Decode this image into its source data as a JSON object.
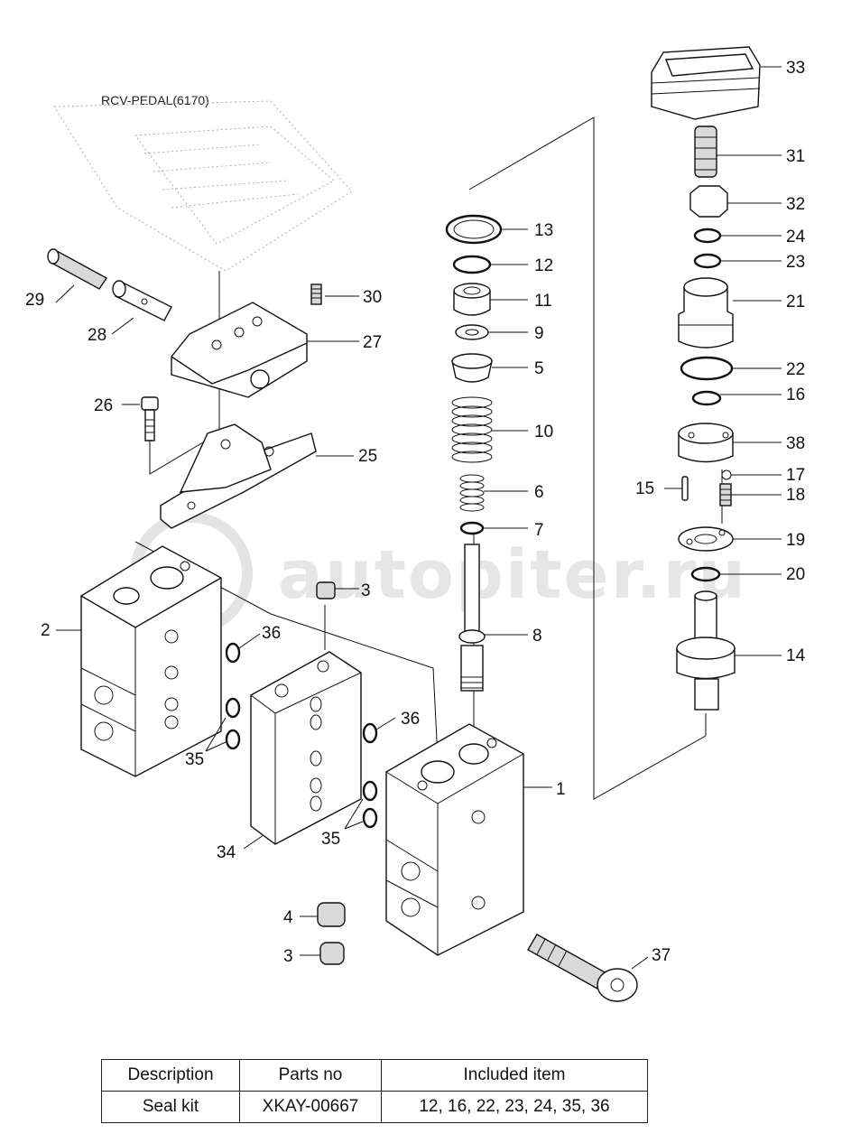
{
  "diagram": {
    "title": "RCV-PEDAL(6170)",
    "watermark": "autopiter.ru",
    "callouts": [
      "1",
      "2",
      "3",
      "3",
      "4",
      "5",
      "6",
      "7",
      "8",
      "9",
      "10",
      "11",
      "12",
      "13",
      "14",
      "15",
      "16",
      "17",
      "18",
      "19",
      "20",
      "21",
      "22",
      "23",
      "24",
      "25",
      "26",
      "27",
      "28",
      "29",
      "30",
      "31",
      "32",
      "33",
      "34",
      "35",
      "35",
      "36",
      "36",
      "37",
      "38"
    ]
  },
  "table": {
    "headers": [
      "Description",
      "Parts no",
      "Included item"
    ],
    "rows": [
      [
        "Seal kit",
        "XKAY-00667",
        "12, 16, 22, 23, 24, 35, 36"
      ]
    ]
  }
}
